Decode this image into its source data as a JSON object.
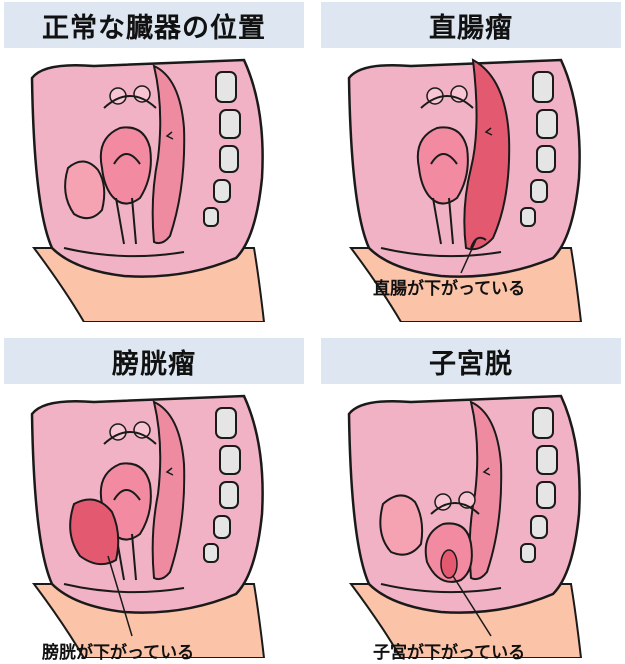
{
  "panels": [
    {
      "title": "正常な臓器の位置",
      "caption": ""
    },
    {
      "title": "直腸瘤",
      "caption": "直腸が下がっている"
    },
    {
      "title": "膀胱瘤",
      "caption": "膀胱が下がっている"
    },
    {
      "title": "子宮脱",
      "caption": "子宮が下がっている"
    }
  ],
  "colors": {
    "title_bg": "#dde6f1",
    "skin": "#fbc3a7",
    "tissue": "#f0b2c4",
    "organ": "#f5a3b3",
    "highlight": "#e35a70",
    "rectum": "#ee8ba0",
    "bone": "#e5e5e5",
    "outline": "#1a1a1a"
  }
}
